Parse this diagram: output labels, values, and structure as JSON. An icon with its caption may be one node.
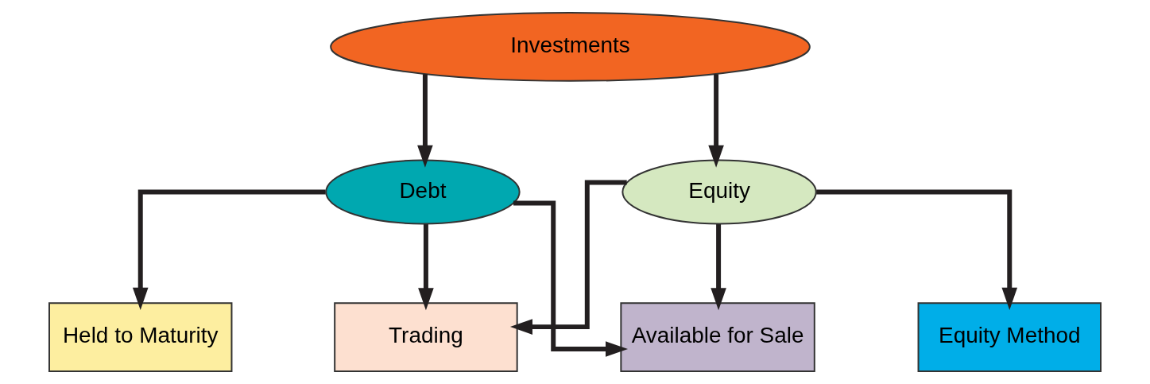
{
  "diagram": {
    "nodes": [
      {
        "text": [
          "Investments"
        ]
      },
      {
        "text": [
          "Debt"
        ]
      },
      {
        "text": [
          "Equity"
        ]
      },
      {
        "text": [
          "Held to Maturity"
        ]
      },
      {
        "text": [
          "Trading"
        ]
      },
      {
        "text": [
          "Available for Sale"
        ]
      },
      {
        "text": [
          "Equity Method"
        ]
      }
    ],
    "edges": [
      {
        "from": 0,
        "to": 1,
        "arrow": "to"
      },
      {
        "from": 0,
        "to": 2,
        "arrow": "to"
      },
      {
        "from": 1,
        "to": 3,
        "arrow": "to"
      },
      {
        "from": 1,
        "to": 4,
        "arrow": "to"
      },
      {
        "from": 1,
        "to": 5,
        "arrow": "to"
      },
      {
        "from": 2,
        "to": 4,
        "arrow": "to"
      },
      {
        "from": 2,
        "to": 5,
        "arrow": "to"
      },
      {
        "from": 2,
        "to": 6,
        "arrow": "to"
      }
    ]
  }
}
